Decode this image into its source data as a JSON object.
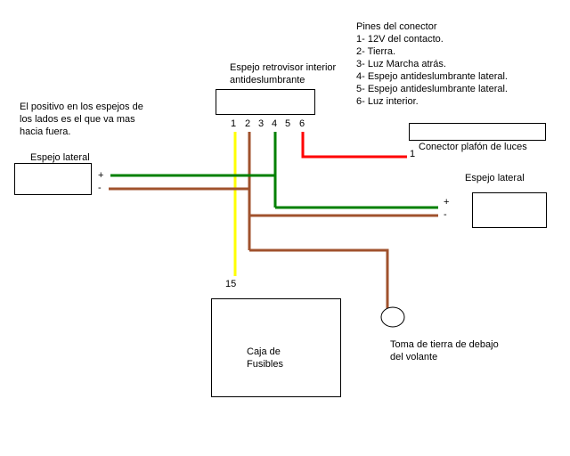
{
  "legend": {
    "title": "Pines del conector",
    "pins": [
      "1- 12V del contacto.",
      "2- Tierra.",
      "3- Luz Marcha atrás.",
      "4- Espejo antideslumbrante lateral.",
      "5- Espejo antideslumbrante lateral.",
      "6- Luz interior."
    ]
  },
  "note": [
    "El positivo en los espejos de",
    "los lados es el que va mas",
    "hacia fuera."
  ],
  "mirror": {
    "label_line1": "Espejo retrovisor interior",
    "label_line2": "antideslumbrante",
    "pins": [
      "1",
      "2",
      "3",
      "4",
      "5",
      "6"
    ]
  },
  "left_mirror": {
    "label": "Espejo lateral",
    "plus": "+",
    "minus": "-"
  },
  "right_mirror": {
    "label": "Espejo lateral",
    "plus": "+",
    "minus": "-"
  },
  "ceiling_connector": {
    "label": "Conector plafón de luces",
    "pin": "1"
  },
  "fuse_box": {
    "label_line1": "Caja de",
    "label_line2": "Fusibles",
    "pin": "15"
  },
  "ground": {
    "label_line1": "Toma de tierra de debajo",
    "label_line2": "del volante"
  },
  "colors": {
    "yellow": "#ffff00",
    "brown": "#a0522d",
    "green": "#008000",
    "red": "#ff0000"
  }
}
